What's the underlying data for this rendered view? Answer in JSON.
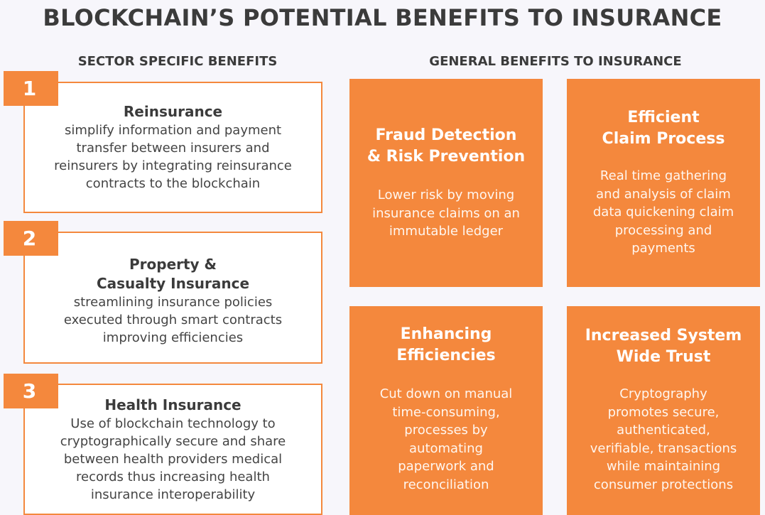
{
  "title": "BLOCKCHAIN’S POTENTIAL BENEFITS TO INSURANCE",
  "sector_heading": "SECTOR SPECIFIC BENEFITS",
  "general_heading": "GENERAL BENEFITS TO INSURANCE",
  "accent_color": "#f4883d",
  "sector": [
    {
      "number": "1",
      "title": "Reinsurance",
      "desc": "simplify information and payment\ntransfer between insurers and\nreinsurers by integrating reinsurance\ncontracts to the blockchain"
    },
    {
      "number": "2",
      "title": "Property &\nCasualty Insurance",
      "desc": "streamlining insurance policies\nexecuted through smart contracts\nimproving efficiencies"
    },
    {
      "number": "3",
      "title": "Health Insurance",
      "desc": "Use of blockchain technology to\ncryptographically secure and share\nbetween health providers medical\nrecords thus increasing health\ninsurance interoperability"
    }
  ],
  "general": [
    {
      "title": "Fraud Detection\n& Risk Prevention",
      "desc": "Lower risk by moving\ninsurance claims on an\nimmutable ledger"
    },
    {
      "title": "Efficient\nClaim Process",
      "desc": "Real time gathering\nand analysis of claim\ndata quickening claim\nprocessing and\npayments"
    },
    {
      "title": "Enhancing\nEfficiencies",
      "desc": "Cut down on manual\ntime-consuming,\nprocesses by\nautomating\npaperwork and\nreconciliation"
    },
    {
      "title": "Increased System\nWide Trust",
      "desc": "Cryptography\npromotes secure,\nauthenticated,\nverifiable, transactions\nwhile maintaining\nconsumer protections"
    }
  ]
}
